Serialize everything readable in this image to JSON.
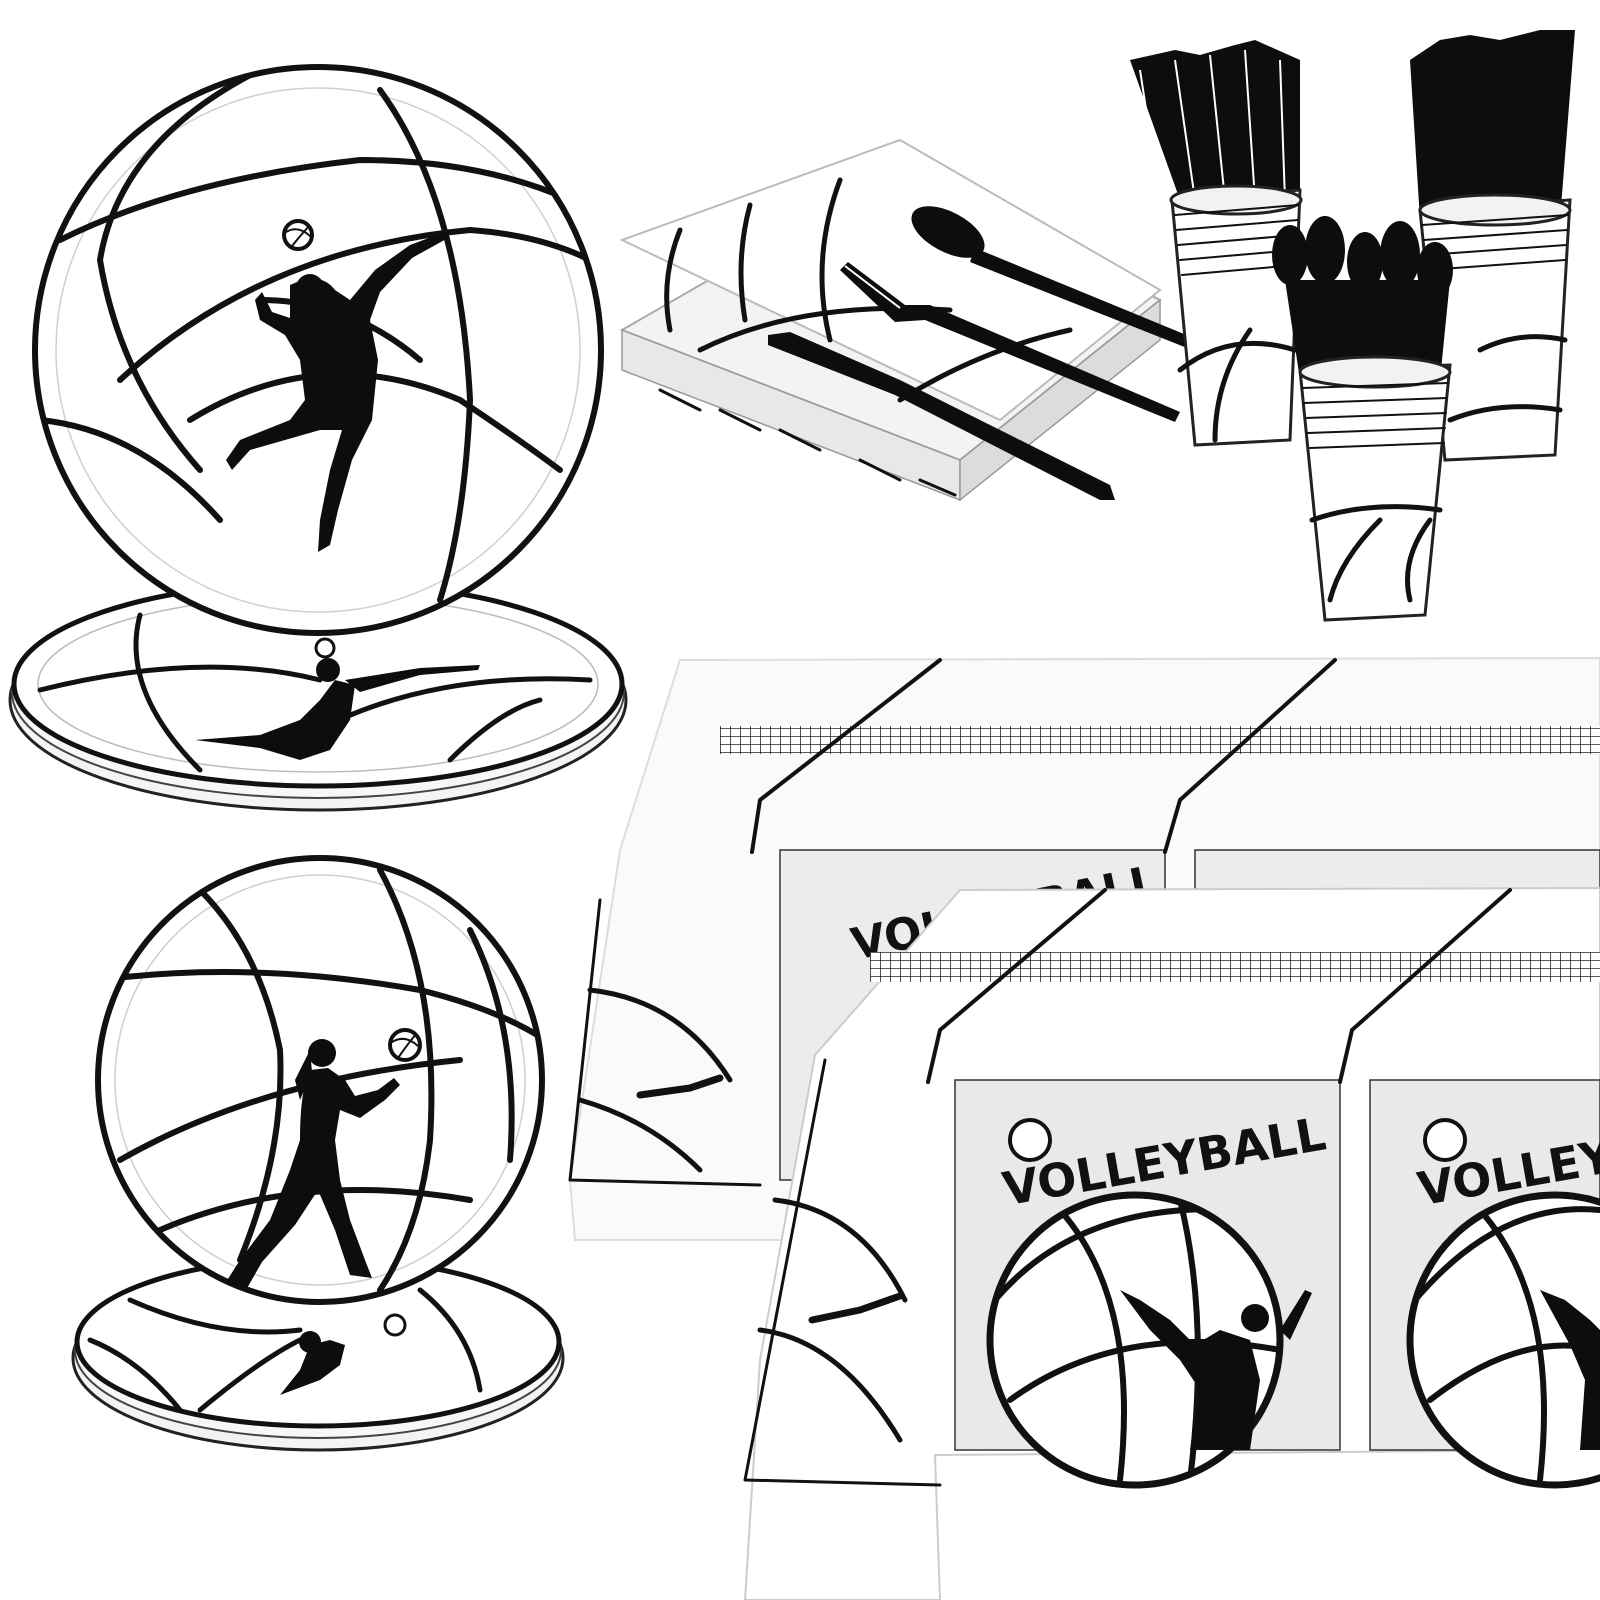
{
  "product": {
    "tablecloth_text_back": "VOLLEYBALL",
    "tablecloth_text_front_left": "VOLLEYBALL",
    "tablecloth_text_front_right": "VOLLEYBALL"
  },
  "colors": {
    "background": "#ffffff",
    "ink": "#111111",
    "paper": "#ffffff",
    "cloth_panel": "#e9e9e9",
    "cutlery": "#0d0d0d"
  },
  "items": [
    "large-volleyball-paper-plates",
    "small-volleyball-paper-plates",
    "volleyball-napkins",
    "black-plastic-cutlery",
    "volleyball-paper-cups",
    "volleyball-tablecloths"
  ]
}
